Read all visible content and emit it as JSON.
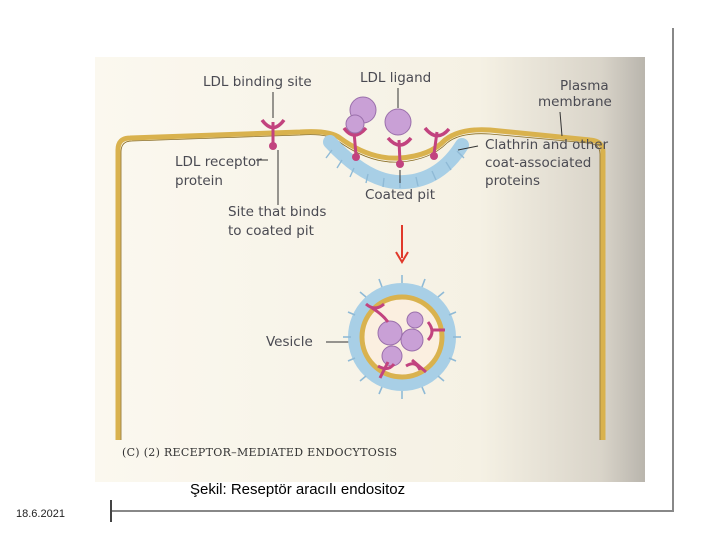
{
  "labels": {
    "ldl_binding_site": "LDL binding site",
    "ldl_ligand": "LDL ligand",
    "plasma": "Plasma",
    "membrane": "membrane",
    "ldl_receptor_1": "LDL receptor",
    "ldl_receptor_2": "protein",
    "clathrin_1": "Clathrin and other",
    "clathrin_2": "coat-associated",
    "clathrin_3": "proteins",
    "coated_pit": "Coated pit",
    "site_binds_1": "Site that binds",
    "site_binds_2": "to coated pit",
    "vesicle": "Vesicle"
  },
  "panel_title": "(C) (2) RECEPTOR–MEDIATED ENDOCYTOSIS",
  "caption": "Şekil: Reseptör aracılı endositoz",
  "date": "18.6.2021",
  "colors": {
    "membrane": "#d9b24e",
    "ligand": "#c9a0d6",
    "receptor": "#c2437f",
    "coat": "#a8cfe6",
    "arrow": "#e0392b"
  }
}
